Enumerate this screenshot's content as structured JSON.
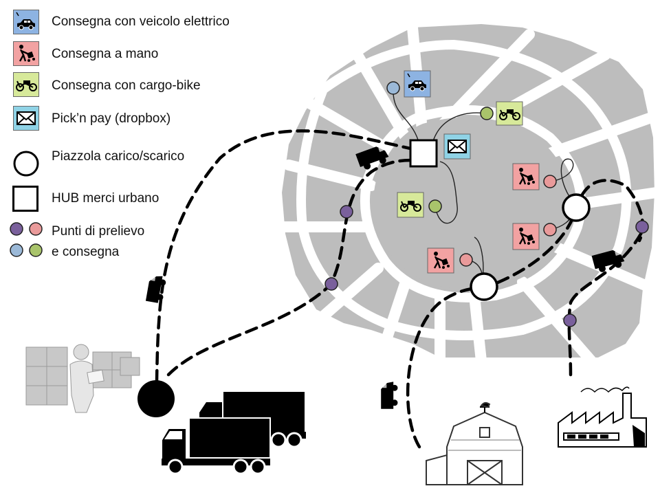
{
  "legend": {
    "items": [
      {
        "label": "Consegna con veicolo elettrico",
        "icon": "electric-car-icon",
        "color": "#8db3e2"
      },
      {
        "label": "Consegna a mano",
        "icon": "hand-trolley-icon",
        "color": "#f2a2a2"
      },
      {
        "label": "Consegna con cargo-bike",
        "icon": "cargo-bike-icon",
        "color": "#d7e99a"
      },
      {
        "label": "Pick’n pay (dropbox)",
        "icon": "envelope-icon",
        "color": "#8fd3e6"
      },
      {
        "label": "Piazzola carico/scarico",
        "icon": "circle-icon"
      },
      {
        "label": "HUB merci urbano",
        "icon": "square-icon"
      }
    ],
    "points_line1": "Punti di prelievo",
    "points_line2": "e consegna"
  },
  "colors": {
    "purple": "#7a609c",
    "pink": "#e99a9a",
    "blue": "#9bb9d8",
    "green": "#a9c46b",
    "map_block": "#bdbdbd",
    "road": "#ffffff"
  }
}
